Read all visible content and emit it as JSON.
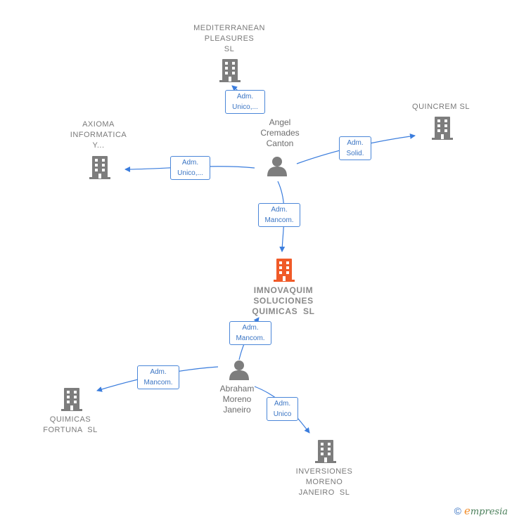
{
  "colors": {
    "edge": "#3b7ddd",
    "company": "#7d7d7d",
    "center": "#f05a28",
    "person": "#7d7d7d"
  },
  "companies": {
    "mediterranean": [
      "MEDITERRANEAN",
      "PLEASURES",
      "SL"
    ],
    "axioma": [
      "AXIOMA",
      "INFORMATICA",
      "Y..."
    ],
    "quincrem": [
      "QUINCREM SL"
    ],
    "center": [
      "IMNOVAQUIM",
      "SOLUCIONES",
      "QUIMICAS  SL"
    ],
    "fortuna": [
      "QUIMICAS",
      "FORTUNA  SL"
    ],
    "inversiones": [
      "INVERSIONES",
      "MORENO",
      "JANEIRO  SL"
    ]
  },
  "persons": {
    "angel": [
      "Angel",
      "Cremades",
      "Canton"
    ],
    "abraham": [
      "Abraham",
      "Moreno",
      "Janeiro"
    ]
  },
  "edges": {
    "angel_mediterranean": [
      "Adm.",
      "Unico,..."
    ],
    "angel_axioma": [
      "Adm.",
      "Unico,..."
    ],
    "angel_quincrem": [
      "Adm.",
      "Solid."
    ],
    "angel_center": [
      "Adm.",
      "Mancom."
    ],
    "abraham_center": [
      "Adm.",
      "Mancom."
    ],
    "abraham_fortuna": [
      "Adm.",
      "Mancom."
    ],
    "abraham_inversiones": [
      "Adm.",
      "Unico"
    ]
  },
  "brand": {
    "copyright": "©",
    "name_initial": "e",
    "name_rest": "mpresia"
  }
}
